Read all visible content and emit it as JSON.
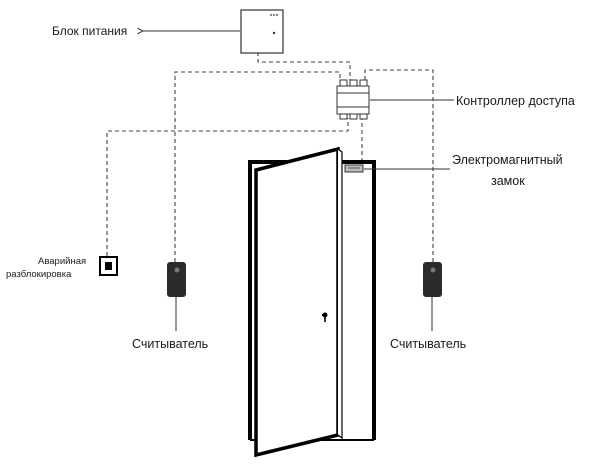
{
  "labels": {
    "power_supply": "Блок питания",
    "access_controller": "Контроллер доступа",
    "em_lock_line1": "Электромагнитный",
    "em_lock_line2": "замок",
    "emergency_line1": "Аварийная",
    "emergency_line2": "разблокировка",
    "reader_left": "Считыватель",
    "reader_right": "Считыватель"
  },
  "colors": {
    "line": "#333333",
    "dashed_wire": "#444444",
    "reader_body": "#2b2b2b",
    "door_frame": "#000000"
  },
  "icons": {
    "power_supply": "power-supply-box-icon",
    "controller": "din-rail-controller-icon",
    "lock": "electromagnetic-lock-icon",
    "emergency": "emergency-release-button-icon",
    "reader": "card-reader-icon",
    "door": "open-door-icon"
  }
}
